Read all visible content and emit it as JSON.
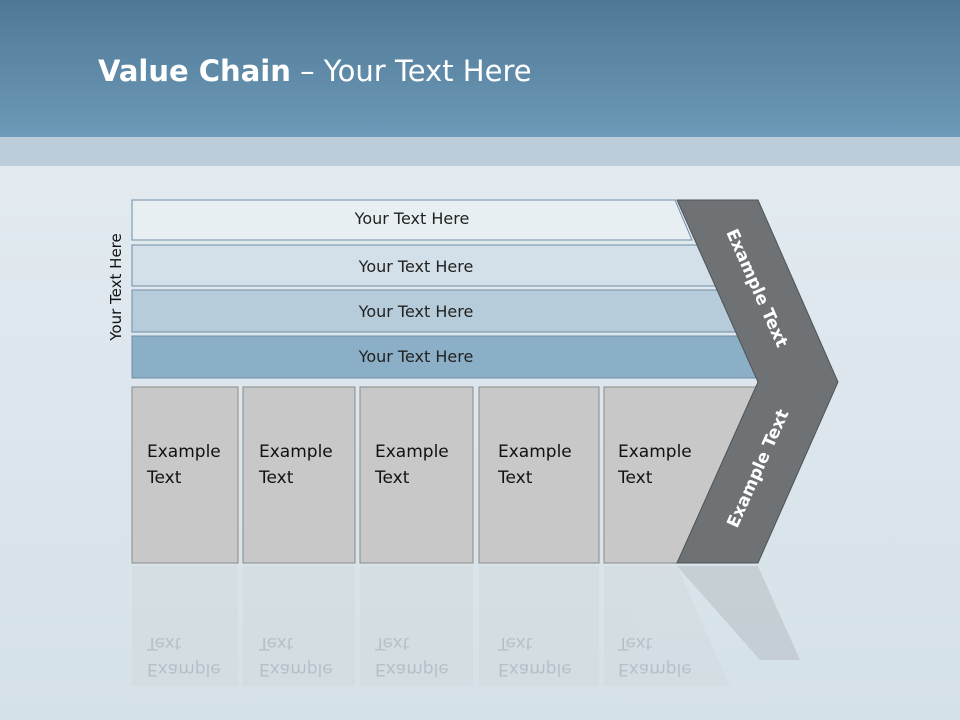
{
  "title": {
    "bold": "Value Chain",
    "rest": " – Your Text Here"
  },
  "side_label": "Your Text Here",
  "rows": [
    {
      "label": "Your Text Here",
      "color": "#e8eff3"
    },
    {
      "label": "Your Text Here",
      "color": "#d3e0e9"
    },
    {
      "label": "Your Text Here",
      "color": "#b6ccdb"
    },
    {
      "label": "Your Text Here",
      "color": "#8bafc7"
    }
  ],
  "boxes": [
    {
      "label": "Example\nText"
    },
    {
      "label": "Example\nText"
    },
    {
      "label": "Example\nText"
    },
    {
      "label": "Example\nText"
    },
    {
      "label": "Example\nText"
    }
  ],
  "chevron": {
    "top_label": "Example Text",
    "bottom_label": "Example Text",
    "color": "#6e7275"
  },
  "colors": {
    "header": "#5d89a8",
    "box_fill": "#c8c8c8"
  }
}
